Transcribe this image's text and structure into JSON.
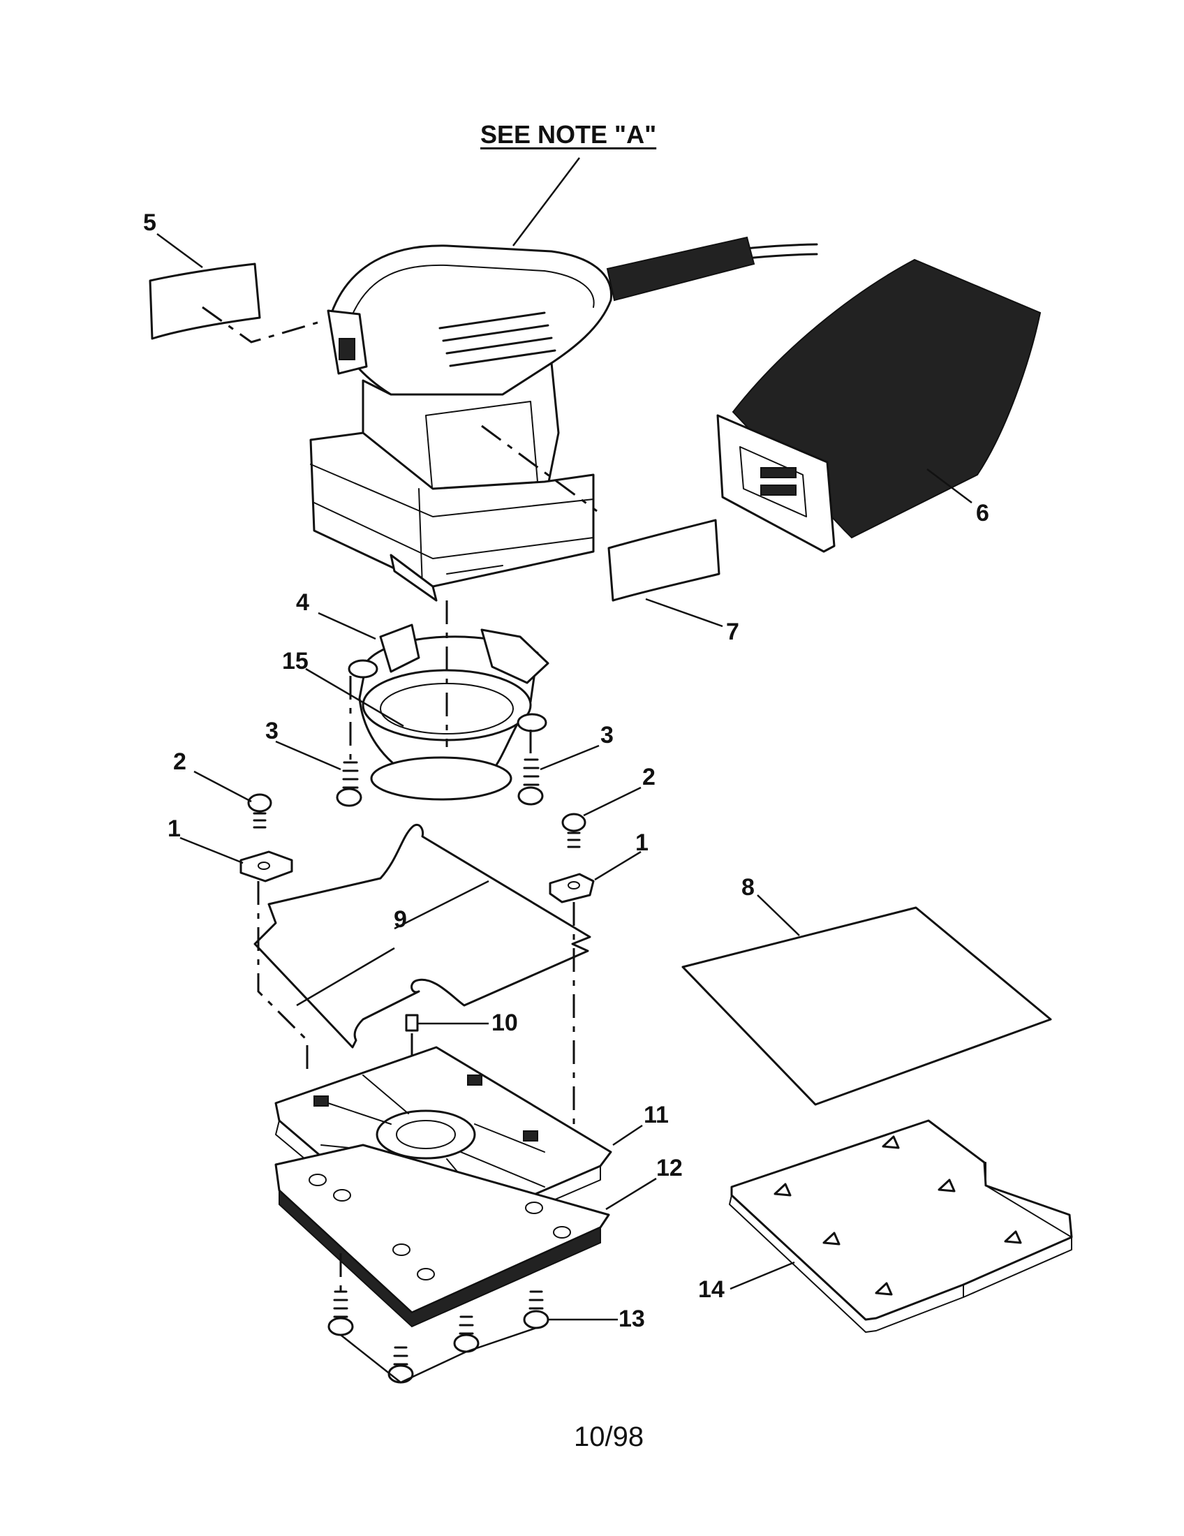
{
  "note_label": "SEE NOTE \"A\"",
  "page_date": "10/98",
  "callouts": {
    "c1_left": "1",
    "c1_right": "1",
    "c2_left": "2",
    "c2_right": "2",
    "c3_left": "3",
    "c3_right": "3",
    "c4": "4",
    "c5": "5",
    "c6": "6",
    "c7": "7",
    "c8": "8",
    "c9": "9",
    "c10": "10",
    "c11": "11",
    "c12": "12",
    "c13": "13",
    "c14": "14",
    "c15": "15"
  }
}
